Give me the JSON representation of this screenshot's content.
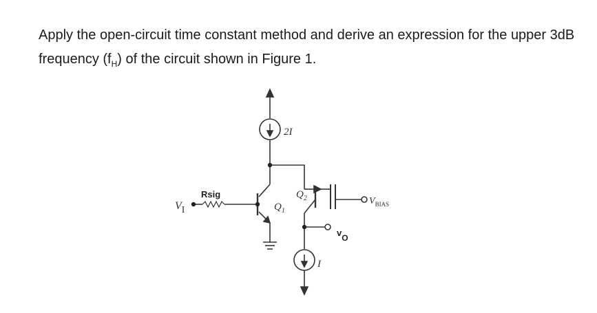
{
  "question": {
    "text_before_sub": "Apply the open-circuit time constant method and derive an expression for the upper 3dB frequency (f",
    "sub": "H",
    "text_after_sub": ") of the circuit shown in Figure 1."
  },
  "figure": {
    "top_source_label": "2I",
    "bottom_source_label": "I",
    "q1_label": "Q",
    "q1_sub": "1",
    "q2_label": "Q",
    "q2_sub": "2",
    "rsig_label": "Rsig",
    "vi_label": "V",
    "vi_sub": "I",
    "vbias_label": "V",
    "vbias_sub": "BIAS",
    "vo_label": "v",
    "vo_sub": "O"
  }
}
